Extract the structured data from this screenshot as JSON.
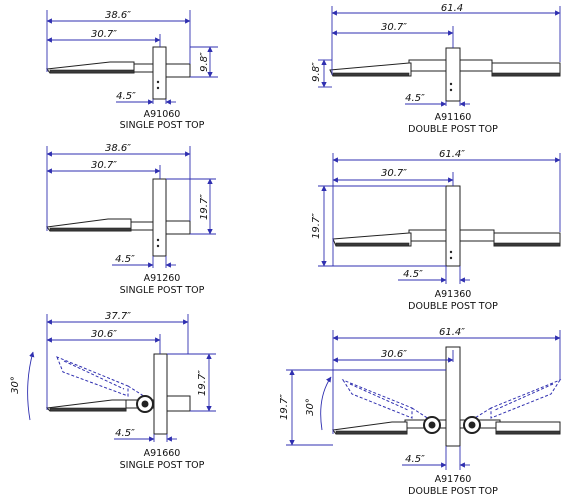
{
  "colors": {
    "dimension": "#2f2fb0",
    "drawing": "#222222",
    "background": "#ffffff"
  },
  "panels": [
    {
      "model": "A91060",
      "type": "SINGLE POST TOP",
      "overall": "38.6″",
      "reach": "30.7″",
      "height": "9.8″",
      "post": "4.5″"
    },
    {
      "model": "A91160",
      "type": "DOUBLE POST TOP",
      "overall": "61.4",
      "reach": "30.7″",
      "height": "9.8″",
      "post": "4.5″"
    },
    {
      "model": "A91260",
      "type": "SINGLE POST TOP",
      "overall": "38.6″",
      "reach": "30.7″",
      "height": "19.7″",
      "post": "4.5″"
    },
    {
      "model": "A91360",
      "type": "DOUBLE POST TOP",
      "overall": "61.4″",
      "reach": "30.7″",
      "height": "19.7″",
      "post": "4.5″"
    },
    {
      "model": "A91660",
      "type": "SINGLE POST TOP",
      "overall": "37.7″",
      "reach": "30.6″",
      "height": "19.7″",
      "post": "4.5″",
      "tilt": "30°"
    },
    {
      "model": "A91760",
      "type": "DOUBLE POST TOP",
      "overall": "61.4″",
      "reach": "30.6″",
      "height": "19.7″",
      "post": "4.5″",
      "tilt": "30°"
    }
  ]
}
